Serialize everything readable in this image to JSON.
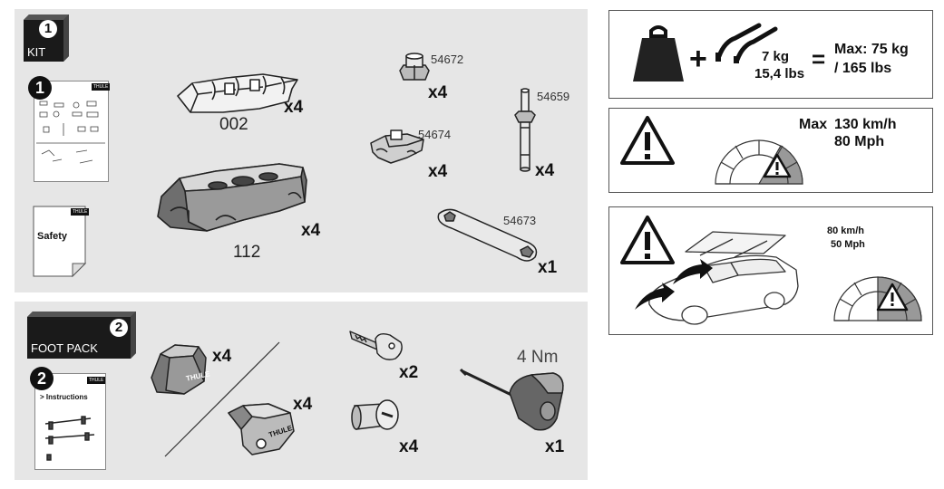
{
  "kit": {
    "step": "1",
    "label": "KIT",
    "booklet_step": "1",
    "booklet_brand": "THULE",
    "safety_label": "Safety",
    "safety_brand": "THULE",
    "parts": [
      {
        "code": "002",
        "qty": "x4"
      },
      {
        "code": "112",
        "qty": "x4"
      },
      {
        "code": "54672",
        "qty": "x4"
      },
      {
        "code": "54674",
        "qty": "x4"
      },
      {
        "code": "54659",
        "qty": "x4"
      },
      {
        "code": "54673",
        "qty": "x1"
      }
    ]
  },
  "footpack": {
    "step": "2",
    "label": "FOOT PACK",
    "booklet_step": "2",
    "booklet_brand": "THULE",
    "instructions_label": "> Instructions",
    "foot_brand": "THULE",
    "parts": [
      {
        "qty": "x4"
      },
      {
        "qty": "x4"
      },
      {
        "qty": "x2"
      },
      {
        "qty": "x4"
      },
      {
        "qty": "x1",
        "torque": "4 Nm"
      }
    ]
  },
  "info": {
    "load": {
      "plus": "+",
      "bar_weight_kg": "7 kg",
      "bar_weight_lbs": "15,4 lbs",
      "equals": "=",
      "max_kg": "Max: 75 kg",
      "max_lbs": "/ 165 lbs"
    },
    "speed": {
      "max_label": "Max",
      "kmh": "130 km/h",
      "mph": "80 Mph"
    },
    "load_speed": {
      "kmh": "80 km/h",
      "mph": "50 Mph"
    }
  }
}
